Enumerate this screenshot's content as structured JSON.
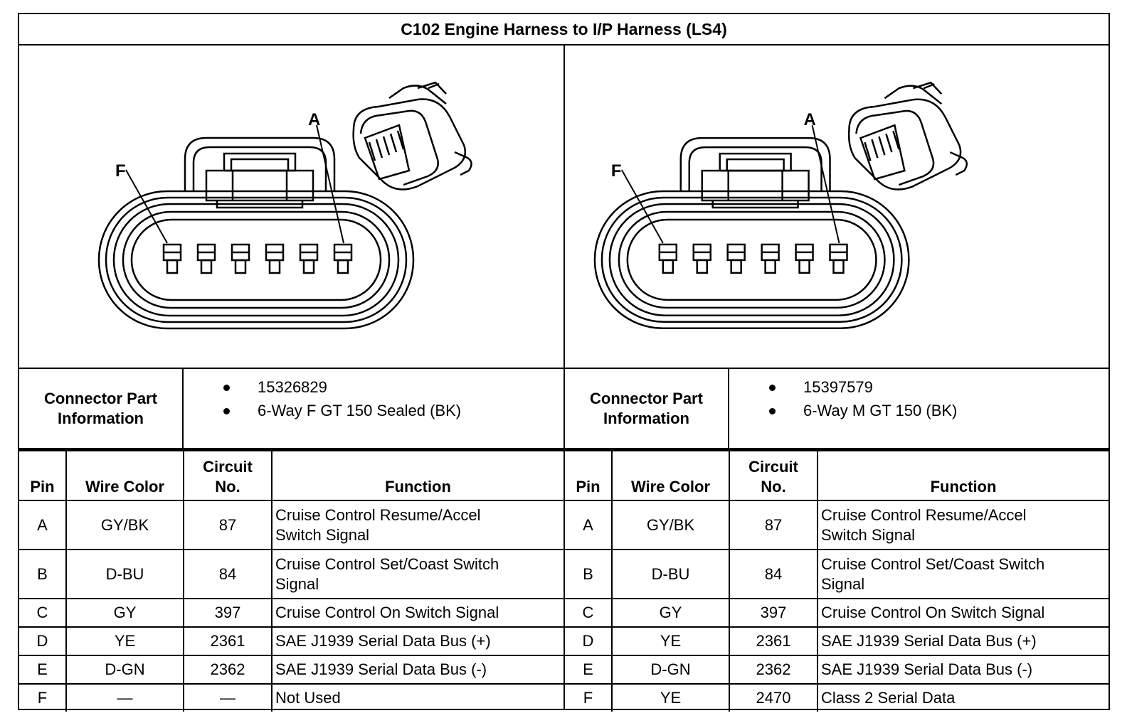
{
  "title": "C102 Engine Harness to I/P Harness (LS4)",
  "connectors": [
    {
      "pin_label_a": "A",
      "pin_label_f": "F",
      "info_label": [
        "Connector Part",
        "Information"
      ],
      "part_info": [
        "15326829",
        "6-Way F GT 150 Sealed (BK)"
      ],
      "headers": {
        "pin": "Pin",
        "wire_color": "Wire Color",
        "circuit_1": "Circuit",
        "circuit_2": "No.",
        "function": "Function"
      },
      "rows": [
        {
          "pin": "A",
          "wire_color": "GY/BK",
          "circuit": "87",
          "function": [
            "Cruise Control Resume/Accel",
            "Switch Signal"
          ]
        },
        {
          "pin": "B",
          "wire_color": "D-BU",
          "circuit": "84",
          "function": [
            "Cruise Control Set/Coast Switch",
            "Signal"
          ]
        },
        {
          "pin": "C",
          "wire_color": "GY",
          "circuit": "397",
          "function": [
            "Cruise Control On Switch Signal"
          ]
        },
        {
          "pin": "D",
          "wire_color": "YE",
          "circuit": "2361",
          "function": [
            "SAE J1939 Serial Data Bus (+)"
          ]
        },
        {
          "pin": "E",
          "wire_color": "D-GN",
          "circuit": "2362",
          "function": [
            "SAE J1939 Serial Data Bus (-)"
          ]
        },
        {
          "pin": "F",
          "wire_color": "—",
          "circuit": "—",
          "function": [
            "Not Used"
          ]
        }
      ]
    },
    {
      "pin_label_a": "A",
      "pin_label_f": "F",
      "info_label": [
        "Connector Part",
        "Information"
      ],
      "part_info": [
        "15397579",
        "6-Way M GT 150 (BK)"
      ],
      "headers": {
        "pin": "Pin",
        "wire_color": "Wire Color",
        "circuit_1": "Circuit",
        "circuit_2": "No.",
        "function": "Function"
      },
      "rows": [
        {
          "pin": "A",
          "wire_color": "GY/BK",
          "circuit": "87",
          "function": [
            "Cruise Control Resume/Accel",
            "Switch Signal"
          ]
        },
        {
          "pin": "B",
          "wire_color": "D-BU",
          "circuit": "84",
          "function": [
            "Cruise Control Set/Coast Switch",
            "Signal"
          ]
        },
        {
          "pin": "C",
          "wire_color": "GY",
          "circuit": "397",
          "function": [
            "Cruise Control On Switch Signal"
          ]
        },
        {
          "pin": "D",
          "wire_color": "YE",
          "circuit": "2361",
          "function": [
            "SAE J1939 Serial Data Bus (+)"
          ]
        },
        {
          "pin": "E",
          "wire_color": "D-GN",
          "circuit": "2362",
          "function": [
            "SAE J1939 Serial Data Bus (-)"
          ]
        },
        {
          "pin": "F",
          "wire_color": "YE",
          "circuit": "2470",
          "function": [
            "Class 2 Serial Data"
          ]
        }
      ]
    }
  ]
}
